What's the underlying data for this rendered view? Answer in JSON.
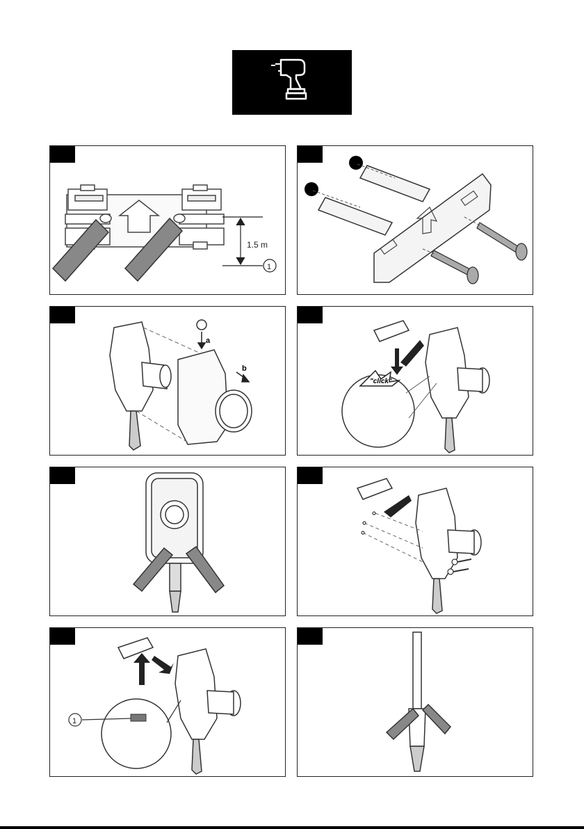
{
  "header": {
    "icon": "cordless-drill-icon"
  },
  "panels": [
    {
      "id": "step-1",
      "height_label": "1.5 m",
      "callout": "1"
    },
    {
      "id": "step-2"
    },
    {
      "id": "step-3",
      "label_a": "a",
      "label_b": "b"
    },
    {
      "id": "step-4",
      "click_label": "\"click\""
    },
    {
      "id": "step-5"
    },
    {
      "id": "step-6"
    },
    {
      "id": "step-7",
      "callout": "1"
    },
    {
      "id": "step-8"
    }
  ]
}
